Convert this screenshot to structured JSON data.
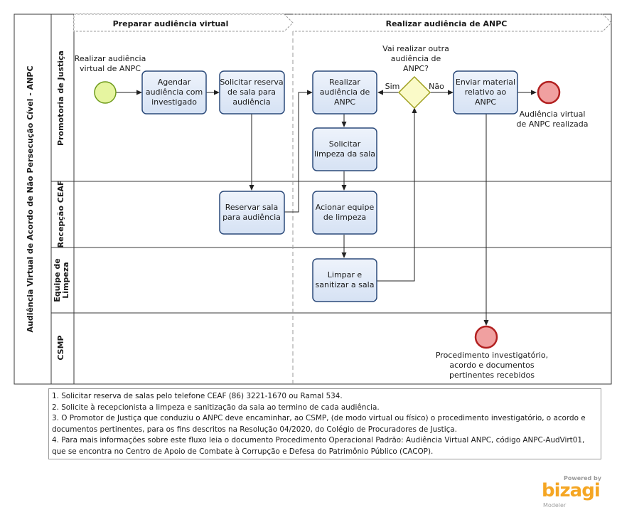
{
  "pool": {
    "title": "Audiência Virtual de Acordo de Não Persecução Cível - ANPC"
  },
  "phases": {
    "preparar": "Preparar audiência virtual",
    "realizar": "Realizar audiência de ANPC"
  },
  "lanes": {
    "promotoria": "Promotoria de Justiça",
    "recepcao": "Recepção CEAF",
    "equipe_l1": "Equipe de",
    "equipe_l2": "Limpeza",
    "csmp": "CSMP"
  },
  "events": {
    "start": {
      "l1": "Realizar audiência",
      "l2": "virtual de ANPC"
    },
    "end_realizada": {
      "l1": "Audiência virtual",
      "l2": "de ANPC realizada"
    },
    "end_proc": {
      "l1": "Procedimento investigatório,",
      "l2": "acordo e documentos",
      "l3": "pertinentes recebidos"
    }
  },
  "tasks": {
    "agendar": {
      "l1": "Agendar",
      "l2": "audiência com",
      "l3": "investigado"
    },
    "solicitar_reserva": {
      "l1": "Solicitar reserva",
      "l2": "de sala para",
      "l3": "audiência"
    },
    "realizar": {
      "l1": "Realizar",
      "l2": "audiência de",
      "l3": "ANPC"
    },
    "enviar": {
      "l1": "Enviar material",
      "l2": "relativo ao",
      "l3": "ANPC"
    },
    "solicitar_limpeza": {
      "l1": "Solicitar",
      "l2": "limpeza da sala"
    },
    "reservar": {
      "l1": "Reservar sala",
      "l2": "para audiência"
    },
    "acionar": {
      "l1": "Acionar equipe",
      "l2": "de limpeza"
    },
    "limpar": {
      "l1": "Limpar e",
      "l2": "sanitizar a sala"
    }
  },
  "gateway": {
    "l1": "Vai realizar outra",
    "l2": "audiência de",
    "l3": "ANPC?",
    "yes": "Sim",
    "no": "Não"
  },
  "notes": [
    "1. Solicitar reserva de salas pelo telefone CEAF (86) 3221-1670 ou Ramal 534.",
    "2. Solicite à recepcionista a limpeza e sanitização da sala ao termino de cada audiência.",
    "3. O Promotor de Justiça que conduziu o ANPC deve encaminhar, ao CSMP, (de modo virtual ou físico) o procedimento investigatório, o acordo e documentos pertinentes, para os fins descritos na Resolução 04/2020, do Colégio de Procuradores de Justiça.",
    "4. Para mais informações sobre este fluxo leia o documento Procedimento Operacional Padrão: Audiência Virtual ANPC, código ANPC-AudVirt01, que se encontra no Centro de Apoio de Combate à Corrupção e Defesa do Patrimônio Público (CACOP)."
  ],
  "branding": {
    "powered": "Powered by",
    "logo": "bizagi",
    "sub": "Modeler"
  },
  "colors": {
    "task_fill": "#e3ecf9",
    "task_stroke": "#2b4a7a",
    "start_fill": "#e6f5a0",
    "start_stroke": "#6d9a1a",
    "end_fill": "#f0a0a0",
    "end_stroke": "#b22020",
    "gateway_fill": "#fafac8",
    "gateway_stroke": "#a0a020"
  }
}
